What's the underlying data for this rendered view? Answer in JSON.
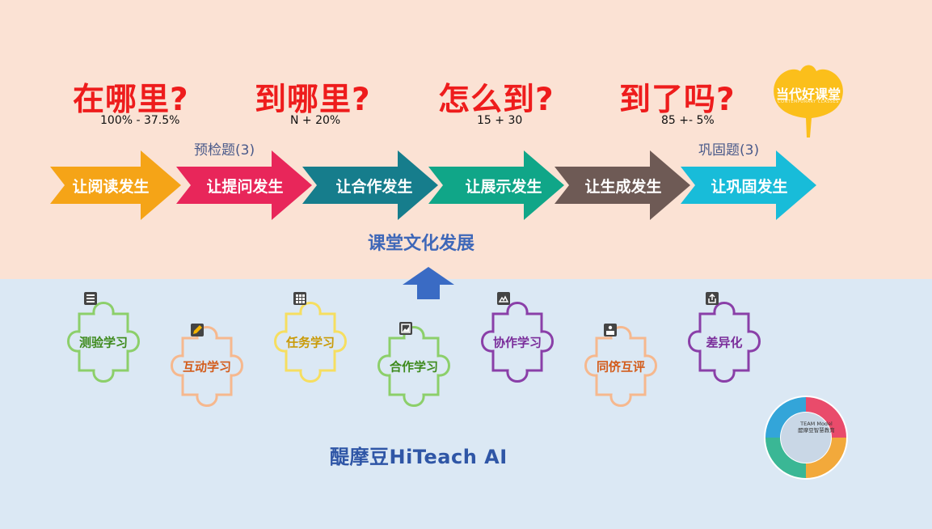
{
  "questions": [
    {
      "text": "在哪里?",
      "ratio": "100% - 37.5%"
    },
    {
      "text": "到哪里?",
      "ratio": "N + 20%"
    },
    {
      "text": "怎么到?",
      "ratio": "15 + 30"
    },
    {
      "text": "到了吗?",
      "ratio": "85 +- 5%"
    }
  ],
  "side_labels": {
    "preview": "预检题(3)",
    "consolidate": "巩固题(3)"
  },
  "arrows": [
    {
      "label": "让阅读发生",
      "color": "#f5a417"
    },
    {
      "label": "让提问发生",
      "color": "#e8265a"
    },
    {
      "label": "让合作发生",
      "color": "#167d8c"
    },
    {
      "label": "让展示发生",
      "color": "#10a688"
    },
    {
      "label": "让生成发生",
      "color": "#6e5a55"
    },
    {
      "label": "让巩固发生",
      "color": "#18bcd9"
    }
  ],
  "culture_title": "课堂文化发展",
  "logo": {
    "text": "当代好课堂",
    "subtext": "CONTEMPORARY CLASSES",
    "color": "#fbbf1b"
  },
  "puzzles": [
    {
      "label": "测验学习",
      "color": "#8ccf6a",
      "text_color": "#3d8a1c",
      "icon": "list-icon"
    },
    {
      "label": "互动学习",
      "color": "#f6b88e",
      "text_color": "#d35c1b",
      "icon": "pencil-icon"
    },
    {
      "label": "任务学习",
      "color": "#f6de60",
      "text_color": "#c99a06",
      "icon": "grid-icon"
    },
    {
      "label": "合作学习",
      "color": "#8ccf6a",
      "text_color": "#3d8a1c",
      "icon": "image-icon"
    },
    {
      "label": "协作学习",
      "color": "#8a3fa8",
      "text_color": "#7a2d9a",
      "icon": "hands-icon"
    },
    {
      "label": "同侪互评",
      "color": "#f6b88e",
      "text_color": "#d35c1b",
      "icon": "podium-icon"
    },
    {
      "label": "差异化",
      "color": "#8a3fa8",
      "text_color": "#7a2d9a",
      "icon": "share-icon"
    }
  ],
  "brand": "醍摩豆HiTeach AI",
  "team_model": {
    "line1": "TEAM Model",
    "line2": "醍摩豆智慧教育"
  }
}
